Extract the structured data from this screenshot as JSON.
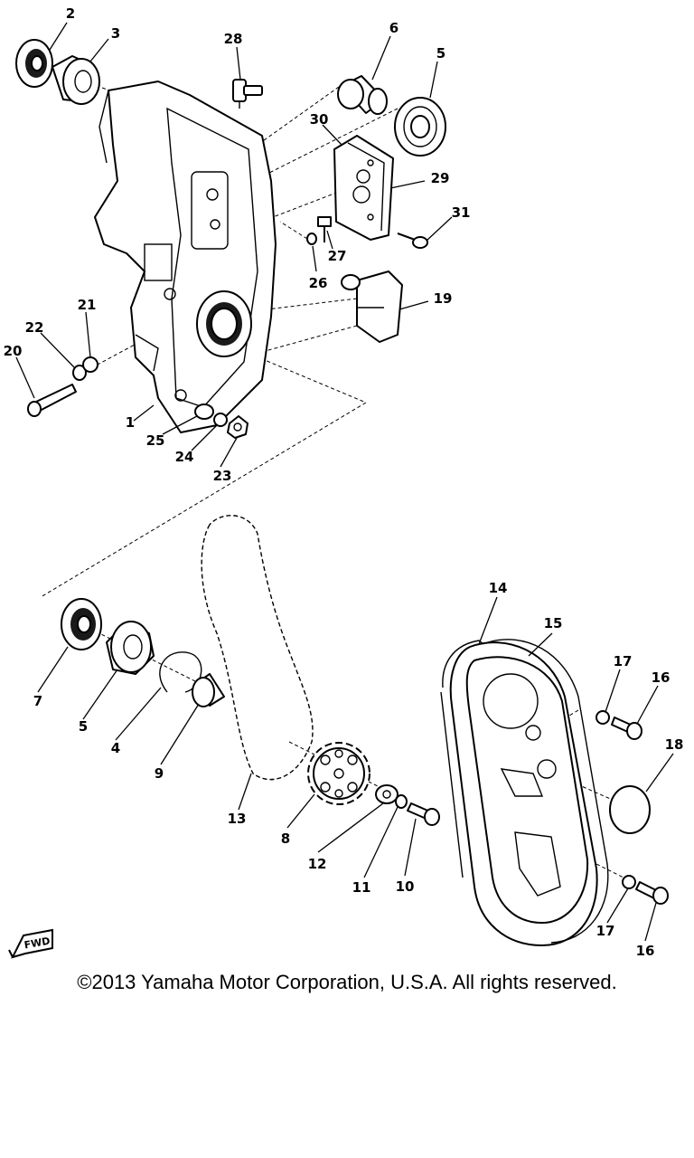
{
  "diagram": {
    "callouts": [
      "1",
      "2",
      "3",
      "4",
      "5",
      "5",
      "6",
      "7",
      "8",
      "9",
      "10",
      "11",
      "12",
      "13",
      "14",
      "15",
      "16",
      "16",
      "17",
      "17",
      "18",
      "19",
      "20",
      "21",
      "22",
      "23",
      "24",
      "25",
      "26",
      "27",
      "28",
      "29",
      "30",
      "31"
    ],
    "fwd_badge": "FWD"
  },
  "footer": {
    "copyright": "©2013 Yamaha Motor Corporation, U.S.A. All rights reserved."
  }
}
